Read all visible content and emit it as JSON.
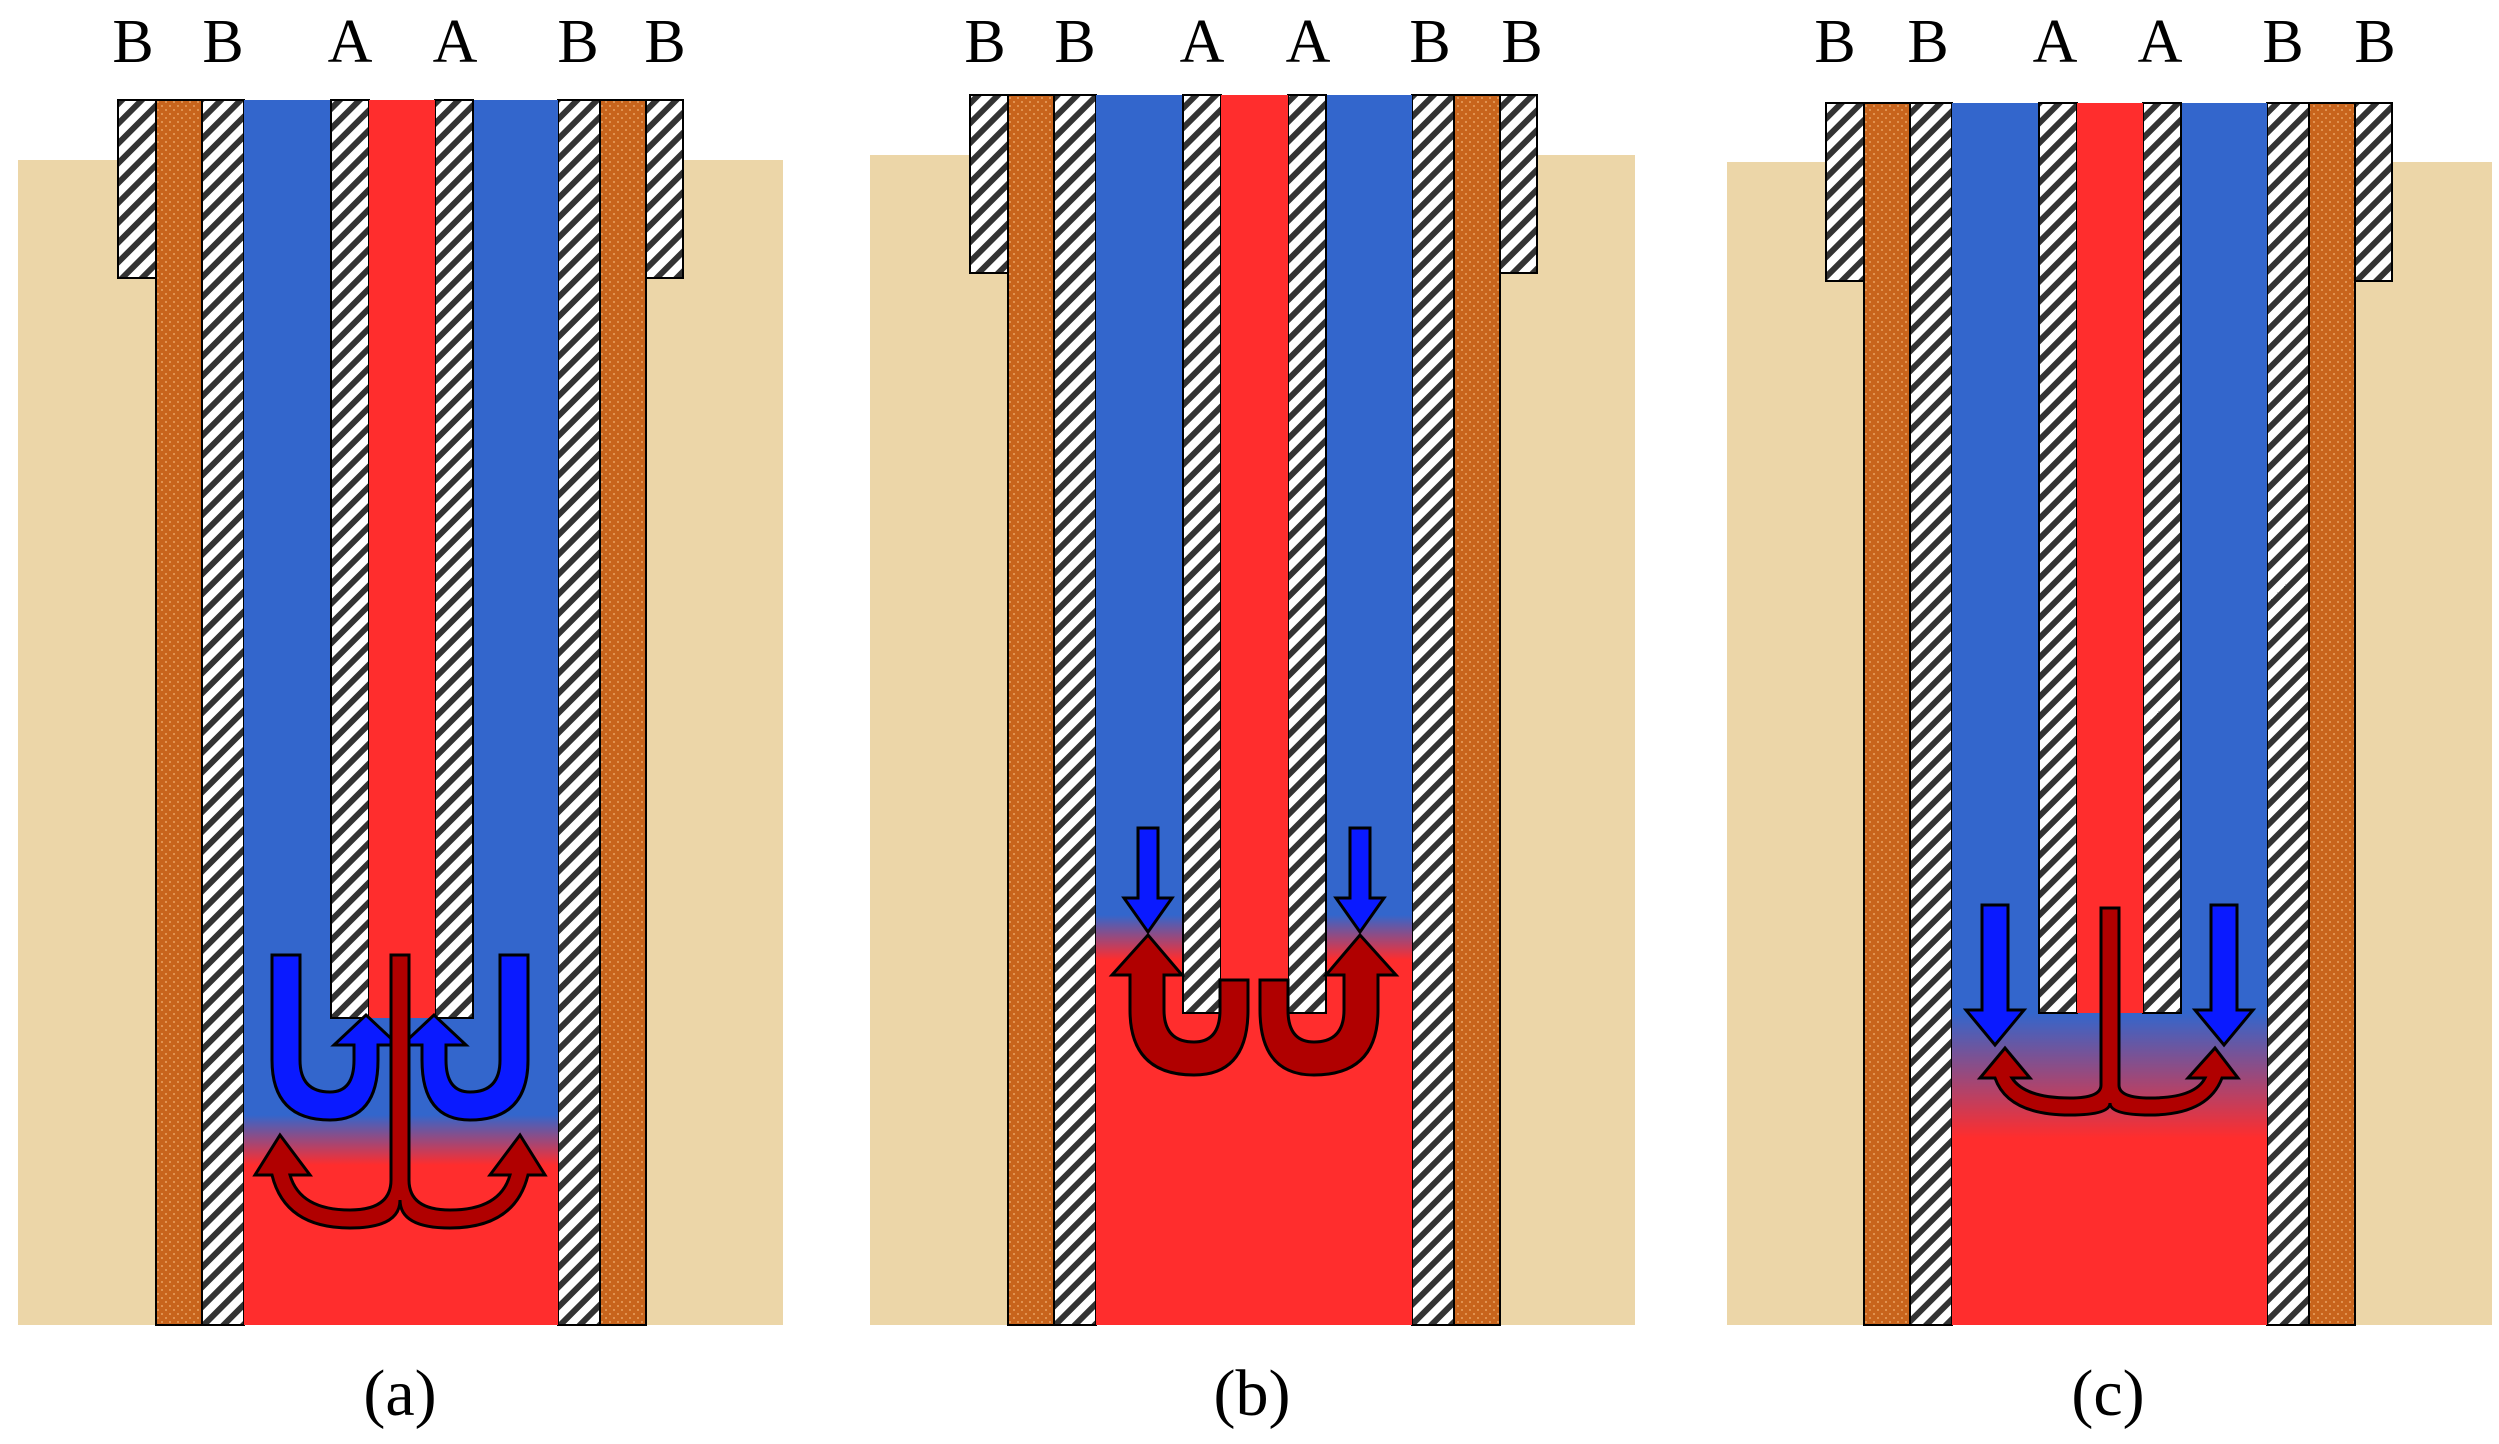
{
  "panels": [
    {
      "caption": "(a)",
      "labels": [
        "B",
        "B",
        "A",
        "A",
        "B",
        "B"
      ],
      "colors": {
        "cold": "#3366cc",
        "hot": "#ff2d2d",
        "casing": "#c8641c",
        "ground": "#ecd6a8"
      }
    },
    {
      "caption": "(b)",
      "labels": [
        "B",
        "B",
        "A",
        "A",
        "B",
        "B"
      ],
      "colors": {
        "cold": "#3366cc",
        "hot": "#ff2d2d",
        "casing": "#c8641c",
        "ground": "#ecd6a8"
      }
    },
    {
      "caption": "(c)",
      "labels": [
        "B",
        "B",
        "A",
        "A",
        "B",
        "B"
      ],
      "colors": {
        "cold": "#3366cc",
        "hot": "#ff2d2d",
        "casing": "#c8641c",
        "ground": "#ecd6a8"
      }
    }
  ],
  "arrow_colors": {
    "blue": "#0a1aff",
    "dark_red": "#b00000"
  }
}
